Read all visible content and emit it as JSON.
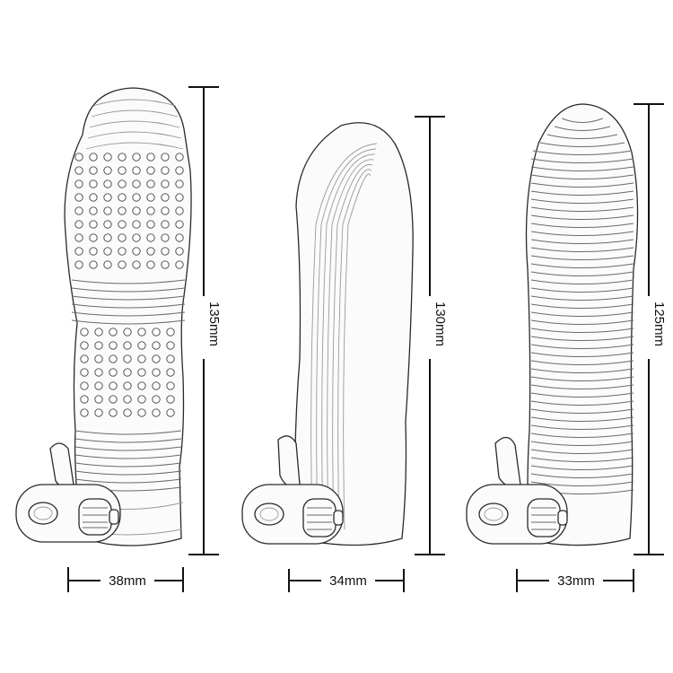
{
  "products": [
    {
      "name": "dotted-sleeve",
      "height_label": "135mm",
      "width_label": "38mm"
    },
    {
      "name": "ribbed-tongue-sleeve",
      "height_label": "130mm",
      "width_label": "34mm"
    },
    {
      "name": "spiral-sleeve",
      "height_label": "125mm",
      "width_label": "33mm"
    }
  ]
}
